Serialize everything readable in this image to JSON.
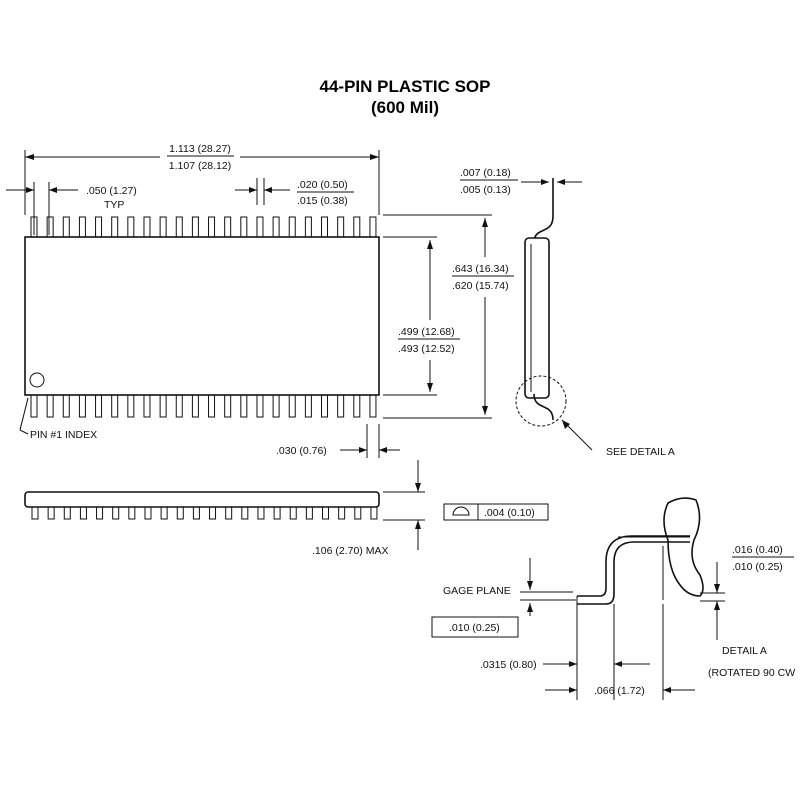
{
  "title": {
    "line1": "44-PIN PLASTIC SOP",
    "line2": "(600 Mil)"
  },
  "labels": {
    "length_max": "1.113 (28.27)",
    "length_min": "1.107 (28.12)",
    "pitch": ".050 (1.27)",
    "pitch_typ": "TYP",
    "lead_width_max": ".020 (0.50)",
    "lead_width_min": ".015 (0.38)",
    "lead_thick_max": ".007 (0.18)",
    "lead_thick_min": ".005 (0.13)",
    "overall_width_max": ".643 (16.34)",
    "overall_width_min": ".620 (15.74)",
    "body_width_max": ".499 (12.68)",
    "body_width_min": ".493 (12.52)",
    "pin1": "PIN #1 INDEX",
    "see_detail": "SEE DETAIL A",
    "end_gap": ".030 (0.76)",
    "height_max": ".106 (2.70) MAX",
    "coplanarity": ".004 (0.10)",
    "gage_plane": "GAGE PLANE",
    "gage_tol": ".010 (0.25)",
    "foot_thick_max": ".016 (0.40)",
    "foot_thick_min": ".010 (0.25)",
    "standoff": ".0315 (0.80)",
    "foot_len": ".066 (1.72)",
    "detail_title": "DETAIL A",
    "detail_note": "(ROTATED 90  CW"
  },
  "package": {
    "pin_count": 44,
    "pins_per_side": 22
  }
}
